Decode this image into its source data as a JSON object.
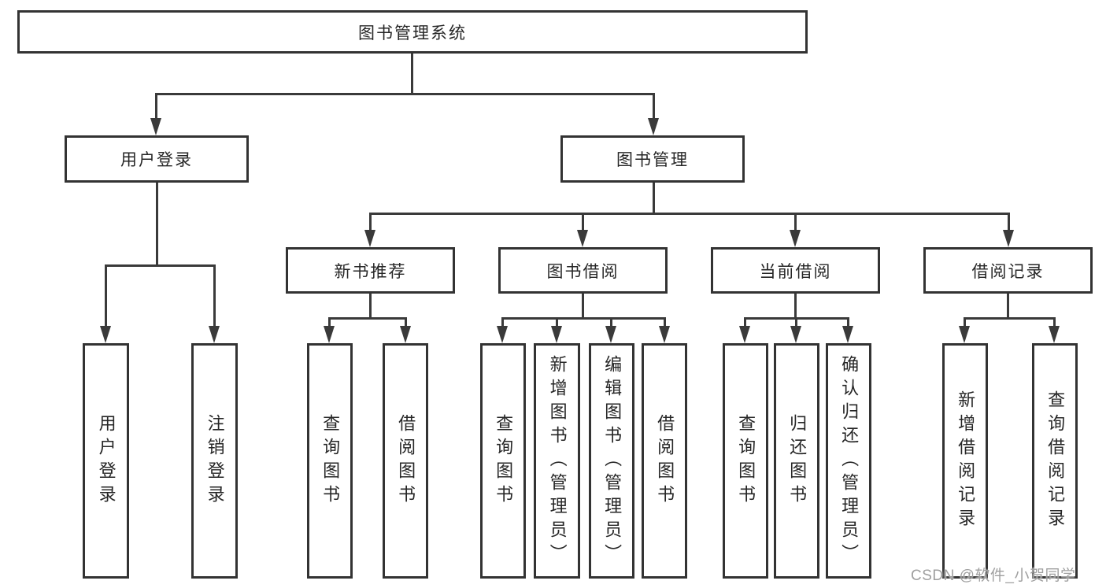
{
  "tree": {
    "label": "图书管理系统",
    "children": [
      {
        "label": "用户登录",
        "children": [
          {
            "label": "用户登录"
          },
          {
            "label": "注销登录"
          }
        ]
      },
      {
        "label": "图书管理",
        "children": [
          {
            "label": "新书推荐",
            "children": [
              {
                "label": "查询图书"
              },
              {
                "label": "借阅图书"
              }
            ]
          },
          {
            "label": "图书借阅",
            "children": [
              {
                "label": "查询图书"
              },
              {
                "label": "新增图书（管理员）"
              },
              {
                "label": "编辑图书（管理员）"
              },
              {
                "label": "借阅图书"
              }
            ]
          },
          {
            "label": "当前借阅",
            "children": [
              {
                "label": "查询图书"
              },
              {
                "label": "归还图书"
              },
              {
                "label": "确认归还（管理员）"
              }
            ]
          },
          {
            "label": "借阅记录",
            "children": [
              {
                "label": "新增借阅记录"
              },
              {
                "label": "查询借阅记录"
              }
            ]
          }
        ]
      }
    ]
  },
  "watermark": {
    "text": "CSDN @软件_小贺同学"
  },
  "colors": {
    "line": "#3a3a3a",
    "box_border": "#333333",
    "text": "#262626",
    "watermark": "#9f9f9f",
    "background": "#ffffff"
  }
}
